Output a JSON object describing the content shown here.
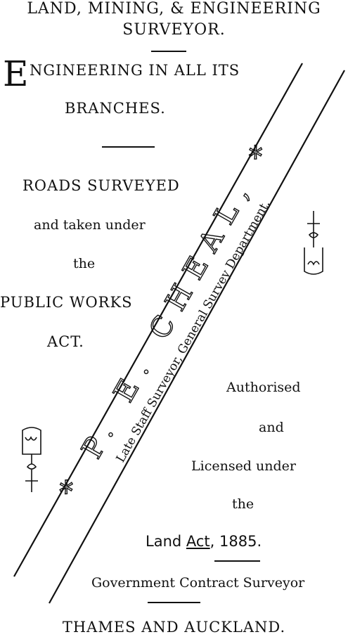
{
  "header": {
    "line1": "LAND, MINING, & ENGINEERING",
    "line2": "SURVEYOR."
  },
  "left_column": {
    "drop_cap": "E",
    "engineering_rest": "NGINEERING IN ALL ITS",
    "branches": "BRANCHES.",
    "roads": "ROADS SURVEYED",
    "taken_under": "and taken under",
    "the": "the",
    "public_works": "PUBLIC WORKS",
    "act": "ACT."
  },
  "banner": {
    "name": "* P. E. CHEAL, *",
    "subtitle": "Late Staff Surveyor, General Survey Department."
  },
  "right_column": {
    "authorised": "Authorised",
    "and": "and",
    "licensed": "Licensed under",
    "the": "the",
    "land_act_prefix": "Land ",
    "land_act_underlined": "Act",
    "land_act_suffix": ", 1885."
  },
  "footer": {
    "contract": "Government Contract Surveyor",
    "location": "THAMES AND AUCKLAND."
  },
  "colors": {
    "ink": "#111111",
    "paper": "#ffffff"
  },
  "icons": [
    "ornament-flourish-icon",
    "ornament-flourish-icon",
    "asterisk-ornament-icon"
  ]
}
